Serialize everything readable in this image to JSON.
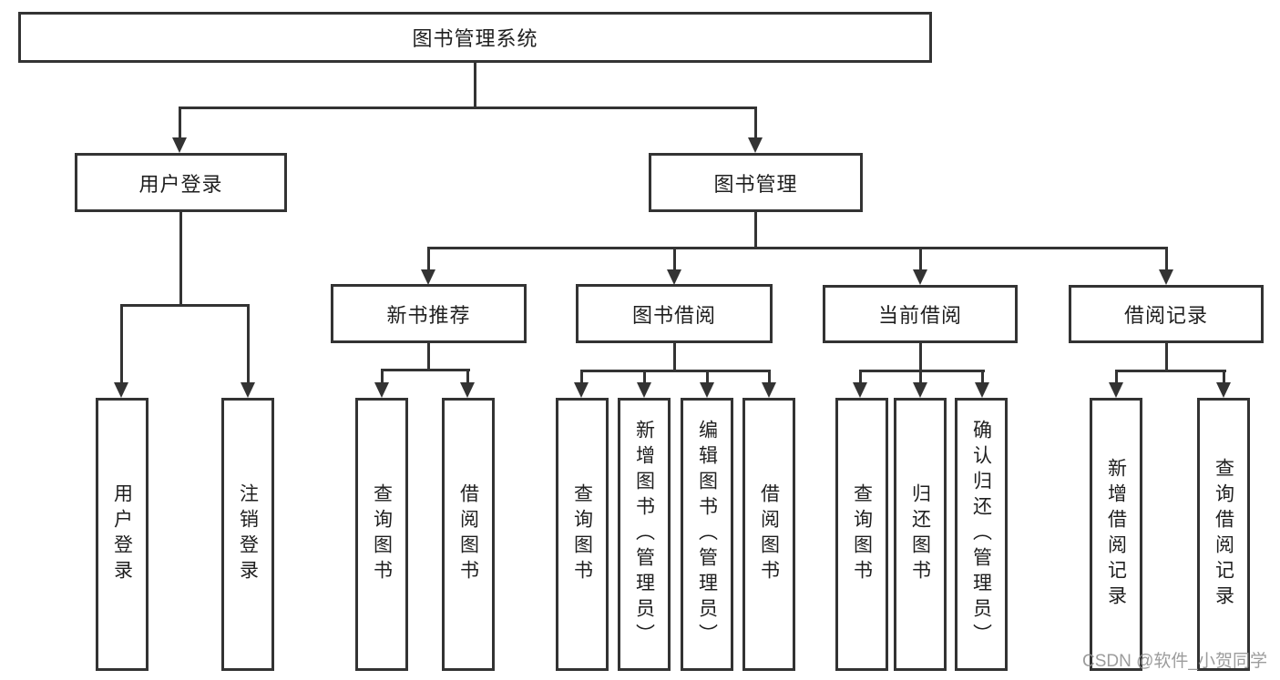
{
  "tree": {
    "root": {
      "label": "图书管理系统",
      "children": [
        {
          "label": "用户登录",
          "children": [
            {
              "label": "用户登录"
            },
            {
              "label": "注销登录"
            }
          ]
        },
        {
          "label": "图书管理",
          "children": [
            {
              "label": "新书推荐",
              "children": [
                {
                  "label": "查询图书"
                },
                {
                  "label": "借阅图书"
                }
              ]
            },
            {
              "label": "图书借阅",
              "children": [
                {
                  "label": "查询图书"
                },
                {
                  "label": "新增图书（管理员）"
                },
                {
                  "label": "编辑图书（管理员）"
                },
                {
                  "label": "借阅图书"
                }
              ]
            },
            {
              "label": "当前借阅",
              "children": [
                {
                  "label": "查询图书"
                },
                {
                  "label": "归还图书"
                },
                {
                  "label": "确认归还（管理员）"
                }
              ]
            },
            {
              "label": "借阅记录",
              "children": [
                {
                  "label": "新增借阅记录"
                },
                {
                  "label": "查询借阅记录"
                }
              ]
            }
          ]
        }
      ]
    }
  },
  "watermark": "CSDN @软件_小贺同学",
  "colors": {
    "line": "#333333",
    "background": "#ffffff",
    "text": "#1f1f1f",
    "watermark": "#919191"
  }
}
